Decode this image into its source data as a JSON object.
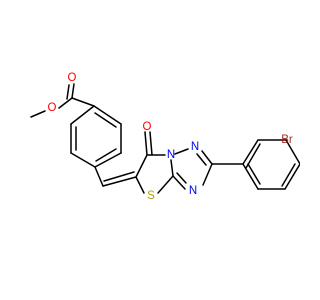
{
  "molecule": {
    "atoms": {
      "ester_o_single": {
        "text": "O",
        "color": "#ff0000"
      },
      "ester_o_double": {
        "text": "O",
        "color": "#ff0000"
      },
      "ketone_o": {
        "text": "O",
        "color": "#ff0000"
      },
      "ring_n_a": {
        "text": "N",
        "color": "#0000ff"
      },
      "ring_n_b": {
        "text": "N",
        "color": "#0000ff"
      },
      "ring_n_c": {
        "text": "N",
        "color": "#0000ff"
      },
      "sulfur": {
        "text": "S",
        "color": "#b2a100"
      },
      "bromine": {
        "text": "Br",
        "color": "#a52a2a"
      }
    }
  }
}
